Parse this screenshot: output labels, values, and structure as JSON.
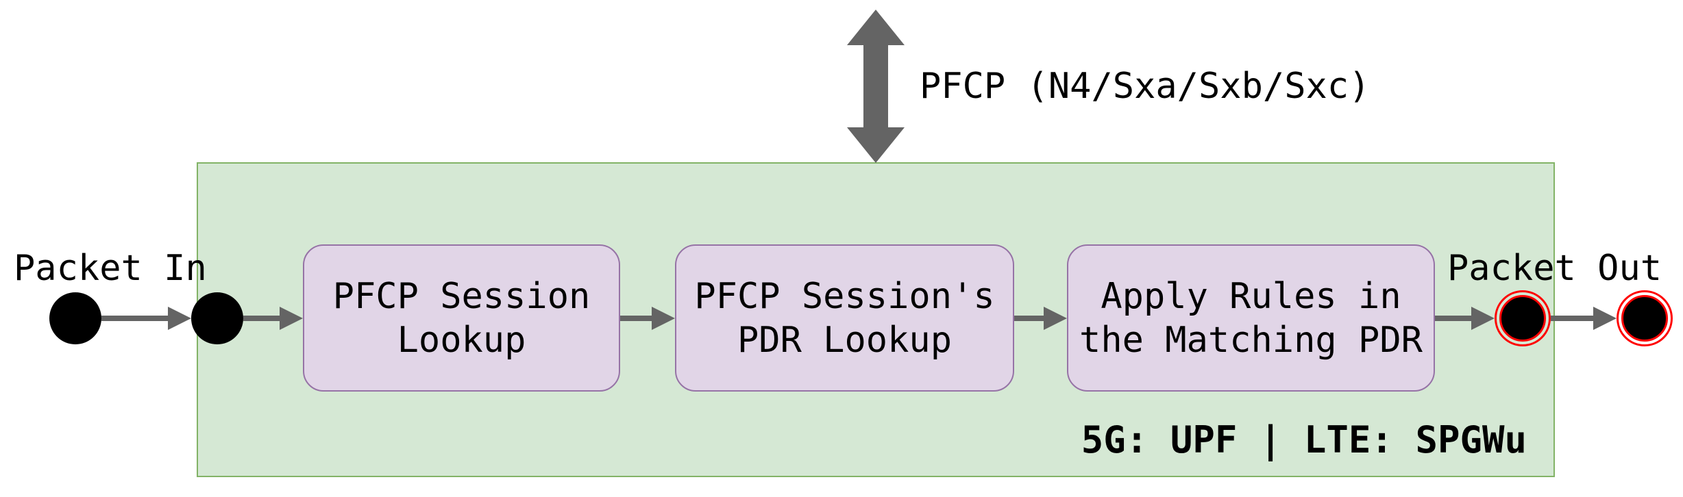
{
  "diagram": {
    "pfcp_interface_label": "PFCP (N4/Sxa/Sxb/Sxc)",
    "packet_in_label": "Packet In",
    "packet_out_label": "Packet Out",
    "node_caption": "5G: UPF | LTE: SPGWu",
    "steps": [
      {
        "label": "PFCP Session\nLookup"
      },
      {
        "label": "PFCP Session's\nPDR Lookup"
      },
      {
        "label": "Apply Rules in\nthe Matching PDR"
      }
    ],
    "colors": {
      "container_fill": "#d5e8d4",
      "container_border": "#82b366",
      "step_fill": "#e1d5e7",
      "step_border": "#9673a6",
      "arrow_gray": "#646464",
      "state_black": "#000000",
      "final_state_ring_red": "#ff0000"
    }
  }
}
